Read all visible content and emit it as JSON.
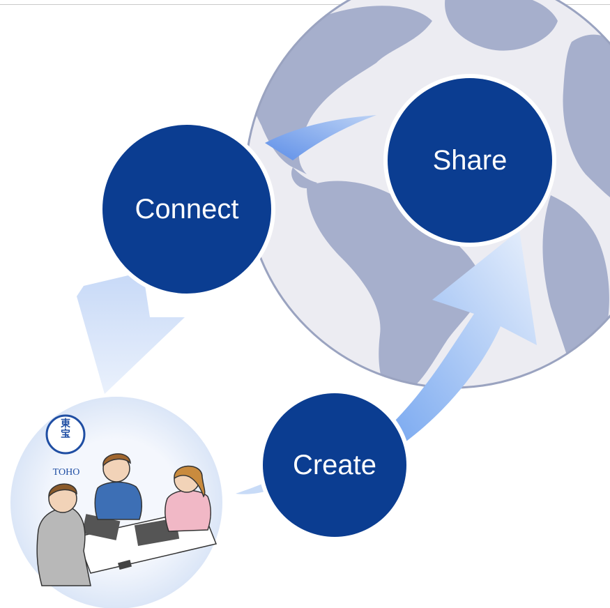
{
  "cycle": {
    "connect_label": "Connect",
    "share_label": "Share",
    "create_label": "Create"
  },
  "logo": {
    "mark": "東宝",
    "name": "TOHO"
  },
  "colors": {
    "node_fill": "#0b3d91",
    "globe_land": "#a6afcc",
    "globe_ocean": "#ececf2",
    "arrow_light": "#d9e6fb",
    "arrow_mid": "#8db4f2",
    "logo_blue": "#1f4ea3"
  }
}
